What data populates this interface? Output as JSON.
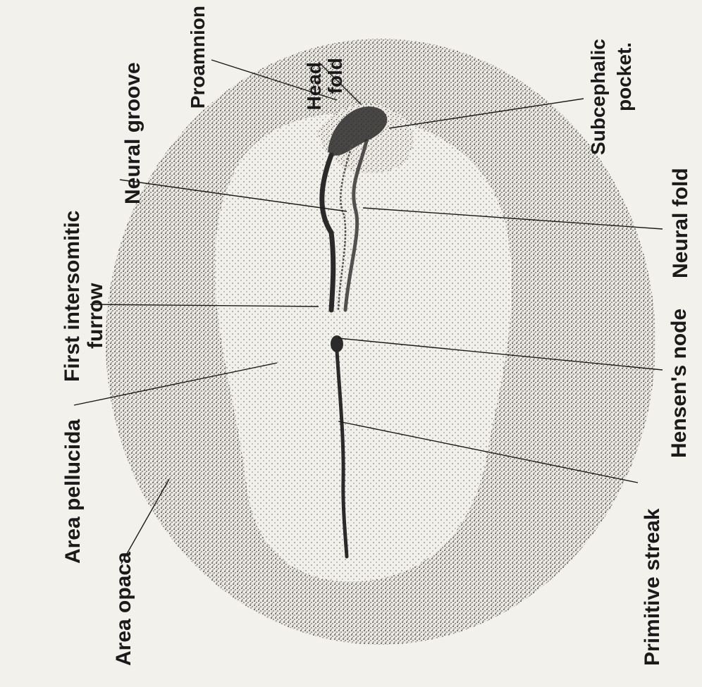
{
  "labels": {
    "head_fold_1": "Head",
    "head_fold_2": "fold",
    "proamnion": "Proamnion",
    "subcephalic_pocket_1": "Subcephalic",
    "subcephalic_pocket_2": "pocket.",
    "neural_groove": "Neural groove",
    "neural_fold": "Neural fold",
    "first_intersomitic_furrow_1": "First intersomitic",
    "first_intersomitic_furrow_2": "furrow",
    "hensens_node": "Hensen's node",
    "area_pellucida": "Area pellucida",
    "area_opaca": "Area opaca",
    "primitive_streak": "Primitive streak"
  },
  "colors": {
    "paper": "#f3f1ec",
    "ink": "#1a1a1a"
  }
}
